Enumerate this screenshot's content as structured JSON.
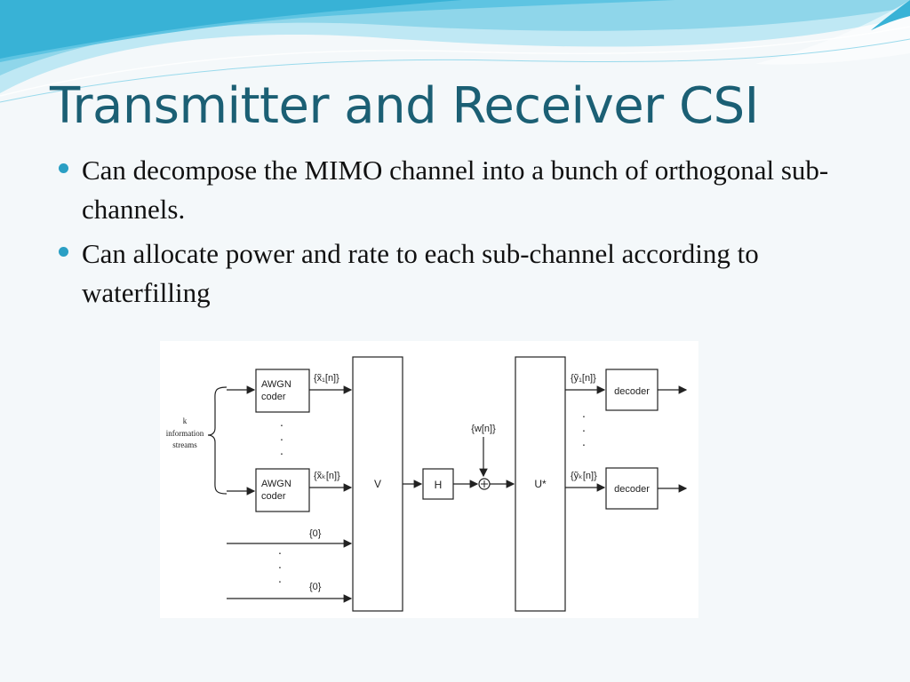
{
  "slide": {
    "title": "Transmitter and Receiver CSI",
    "bullets": [
      "Can decompose the MIMO channel into a bunch of orthogonal sub-channels.",
      "Can allocate power and rate to each sub-channel according to waterfilling"
    ]
  },
  "diagram": {
    "streams_label": [
      "k",
      "information",
      "streams"
    ],
    "coders": [
      {
        "label_1": "AWGN",
        "label_2": "coder",
        "output": "{x̃₁[n]}"
      },
      {
        "label_1": "AWGN",
        "label_2": "coder",
        "output": "{x̃ₖ[n]}"
      }
    ],
    "zero_inputs": [
      "{0}",
      "{0}"
    ],
    "v_block": "V",
    "h_block": "H",
    "noise": "{w[n]}",
    "plus": "+",
    "u_block": "U*",
    "receiver_outputs": [
      "{ỹ₁[n]}",
      "{ỹₖ[n]}"
    ],
    "decoders": [
      "decoder",
      "decoder"
    ]
  },
  "colors": {
    "title": "#1b5f74",
    "bullet": "#2a9fc4",
    "wave_dark": "#38b2d6",
    "wave_light": "#8fd6ea"
  }
}
